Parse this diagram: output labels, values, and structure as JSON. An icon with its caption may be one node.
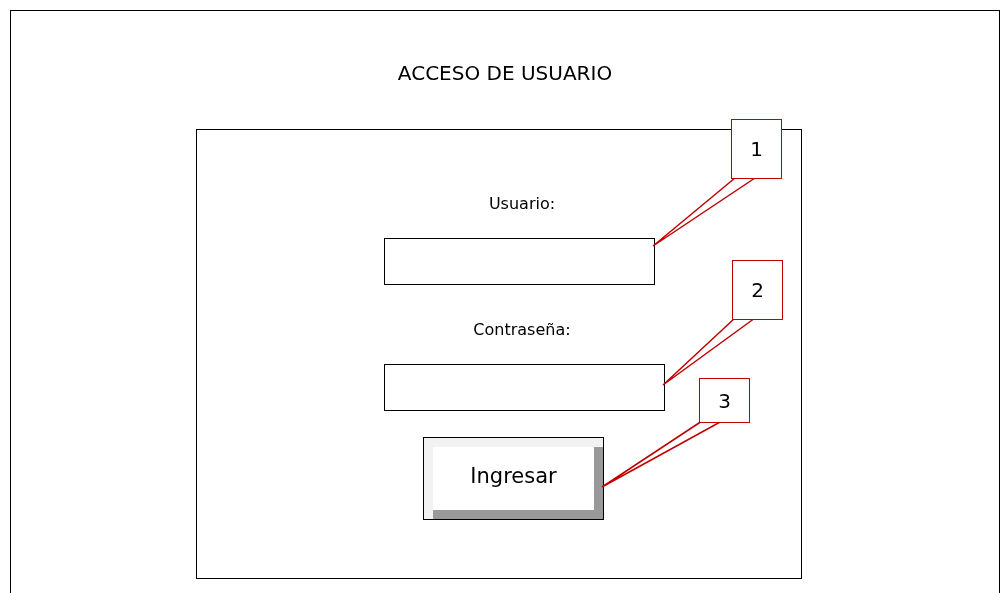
{
  "diagram": {
    "nodes": [
      {
        "text": [
          "ACCESO DE USUARIO"
        ]
      },
      {
        "text": [],
        "shape": "box",
        "in": 0
      },
      {
        "text": [],
        "shape": "box",
        "in": 1,
        "beside": [
          "Usuario:"
        ]
      },
      {
        "text": [],
        "shape": "box",
        "in": 1,
        "beside": [
          "Contraseña:"
        ]
      },
      {
        "text": [
          "Ingresar"
        ],
        "in": 1
      },
      {
        "text": [
          "1"
        ],
        "in": 0
      },
      {
        "text": [
          "2"
        ],
        "in": 1
      },
      {
        "text": [
          "3"
        ],
        "in": 1
      }
    ],
    "edges": [
      {
        "from": 5,
        "to": 2,
        "arrow": "none",
        "color": "#c00000"
      },
      {
        "from": 6,
        "to": 3,
        "arrow": "none",
        "color": "#c00000"
      },
      {
        "from": 7,
        "to": 4,
        "arrow": "none",
        "color": "#c00000"
      }
    ]
  }
}
